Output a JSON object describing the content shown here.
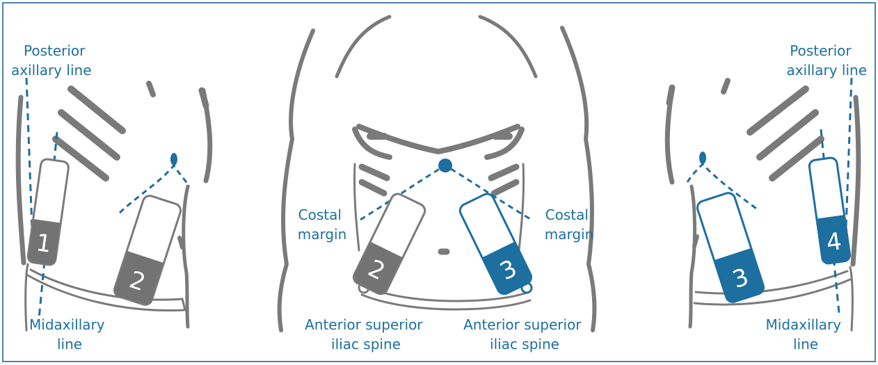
{
  "colors": {
    "body_outline": "#7a7a7a",
    "accent_blue": "#1d6f9f",
    "frame": "#4a83b5",
    "probe_fill_gray": "#737373",
    "probe_fill_blue": "#1d6f9f"
  },
  "left_panel": {
    "posterior_axillary": [
      "Posterior",
      "axillary line"
    ],
    "midaxillary": [
      "Midaxillary",
      "line"
    ],
    "probe_1": "1",
    "probe_2": "2"
  },
  "center_panel": {
    "costal_left": [
      "Costal",
      "margin"
    ],
    "costal_right": [
      "Costal",
      "margin"
    ],
    "asis_left": [
      "Anterior superior",
      "iliac spine"
    ],
    "asis_right": [
      "Anterior superior",
      "iliac spine"
    ],
    "probe_2": "2",
    "probe_3": "3"
  },
  "right_panel": {
    "posterior_axillary": [
      "Posterior",
      "axillary line"
    ],
    "midaxillary": [
      "Midaxillary",
      "line"
    ],
    "probe_3": "3",
    "probe_4": "4"
  }
}
